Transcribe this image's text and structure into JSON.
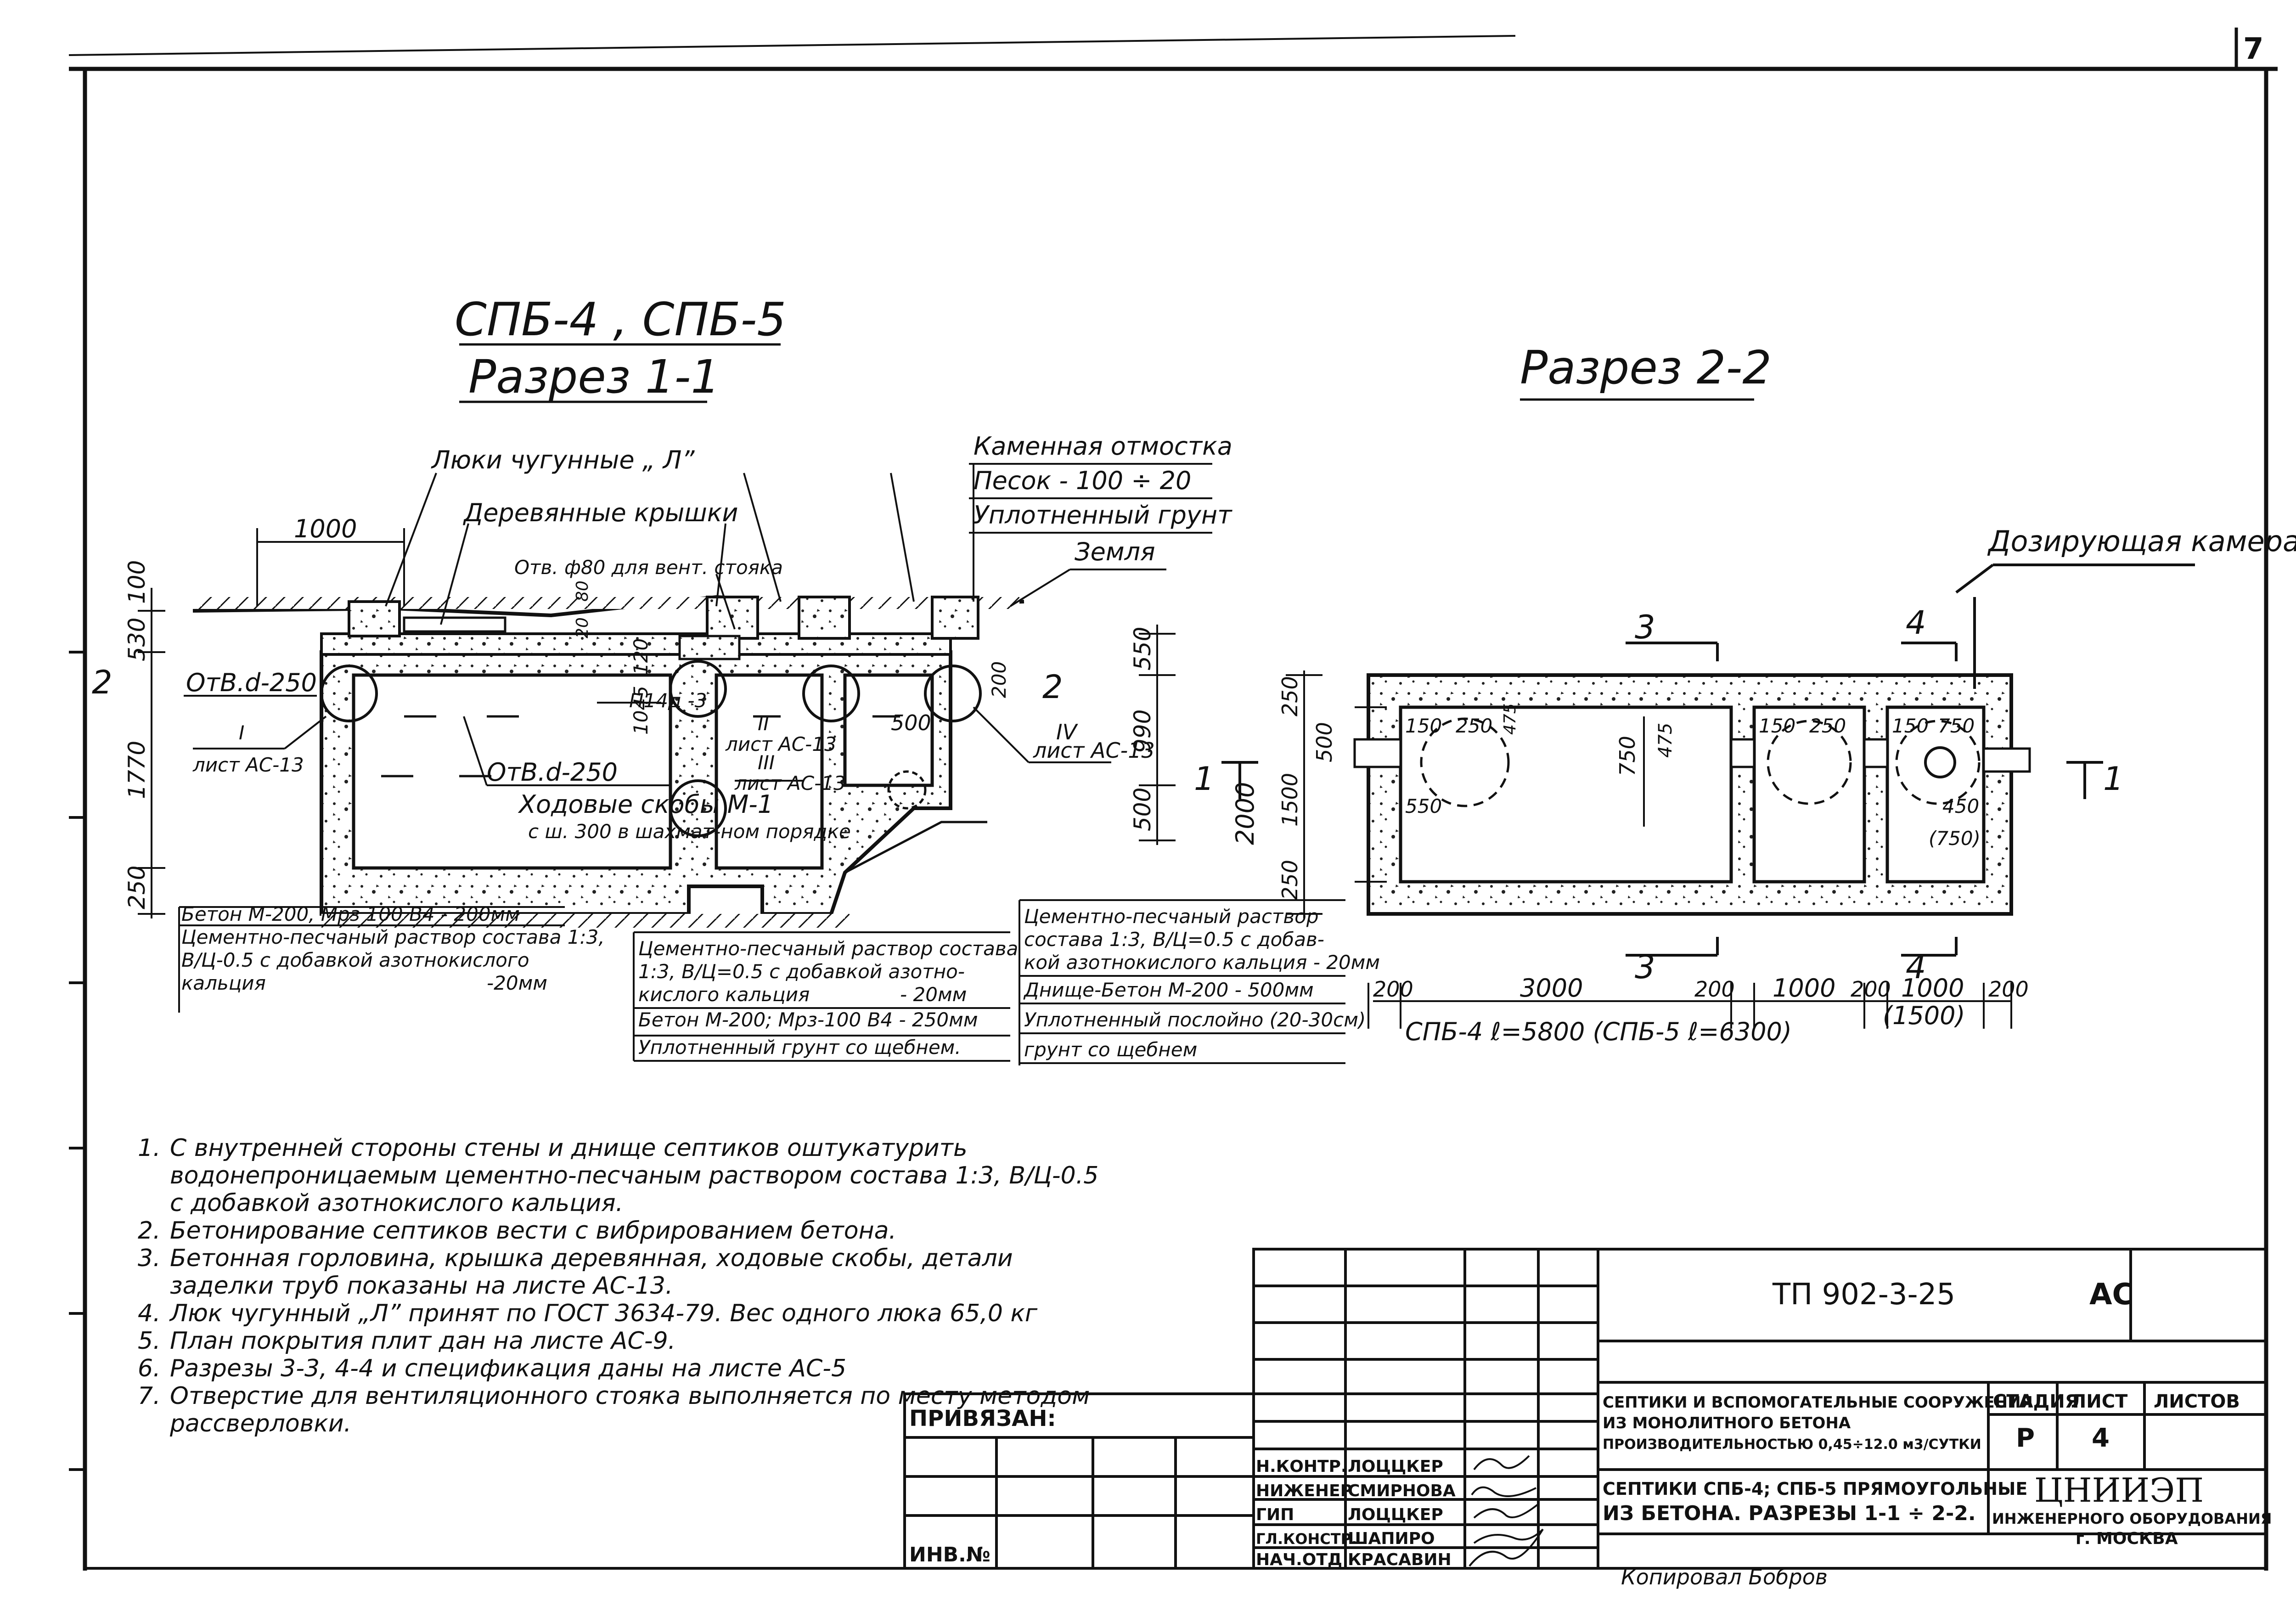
{
  "sheet": {
    "page_number": "7"
  },
  "section_1": {
    "title_line1": "СПБ-4 , СПБ-5",
    "title_line2": "Разрез 1-1",
    "labels": {
      "hatches": "Люки чугунные „ Л”",
      "wooden_covers": "Деревянные крышки",
      "vent_hole": "Отв. ф80 для вент. стояка",
      "stone_paving": "Каменная отмостка",
      "sand": "Песок - 100 ÷ 20",
      "compacted_soil": "Уплотненный грунт",
      "earth": "Земля",
      "dim_1000": "1000",
      "hole_250_a": "ОтВ.d-250",
      "hole_250_b": "ОтВ.d-250",
      "slab": "П14д -3",
      "node_I": "I",
      "node_I_ref": "лист АС-13",
      "node_II": "II",
      "node_II_ref": "лист АС-13",
      "node_III": "III",
      "node_III_ref": "лист АС-13",
      "node_IV": "IV",
      "node_IV_ref": "лист АС-13",
      "dim_500": "500",
      "steps": "Ходовые скобы М-1",
      "steps_pitch": "с ш. 300 в шахмат-ном порядке",
      "left_dims": [
        "100",
        "530",
        "1770",
        "250"
      ],
      "mid_dims": [
        "1045",
        "120",
        "200",
        "20",
        "80"
      ],
      "right_dims": [
        "550",
        "990",
        "500"
      ],
      "cut_mark_left": "2",
      "cut_mark_right": "2",
      "callout_a_line1": "Бетон М-200, Мрз 100 В4 - 200мм",
      "callout_a_line2": "Цементно-песчаный раствор состава 1:3,",
      "callout_a_line3": "В/Ц-0.5 с добавкой азотнокислого",
      "callout_a_line4": "кальция",
      "callout_a_line4_value": "-20мм",
      "callout_b_line1": "Цементно-песчаный раствор состава",
      "callout_b_line2": "1:3, В/Ц=0.5 с добавкой азотно-",
      "callout_b_line3": "кислого кальция",
      "callout_b_line3_value": "- 20мм",
      "callout_b_line4": "Бетон М-200; Мрз-100 В4 - 250мм",
      "callout_b_line5": "Уплотненный грунт со щебнем.",
      "callout_c_line1": "Цементно-песчаный раствор",
      "callout_c_line2": "состава 1:3, В/Ц=0.5 с добав-",
      "callout_c_line3": "кой азотнокислого кальция - 20мм",
      "callout_c_line4": "Днище-Бетон М-200 - 500мм",
      "callout_c_line5": "Уплотненный послойно (20-30см)",
      "callout_c_line6": "грунт со щебнем"
    }
  },
  "section_2": {
    "title": "Разрез 2-2",
    "labels": {
      "dosing_chamber": "Дозирующая камера",
      "cut_3": "3",
      "cut_4": "4",
      "cut_1": "1",
      "dims_left": [
        "250",
        "500",
        "1500",
        "250",
        "2000"
      ],
      "dim_150a": "150",
      "dim_250a": "250",
      "dim_475a": "475",
      "dim_750": "750",
      "dim_475b": "475",
      "dim_150b": "150",
      "dim_250b": "250",
      "dim_150c": "150",
      "dim_750b": "750",
      "dim_550": "550",
      "dim_450": "450",
      "dim_750c": "(750)",
      "bottom_dims": [
        "200",
        "3000",
        "200",
        "1000",
        "200",
        "1000",
        "200"
      ],
      "bottom_dim_alt": "(1500)",
      "length_note": "СПБ-4   ℓ=5800   (СПБ-5  ℓ=6300)"
    }
  },
  "notes": [
    {
      "num": "1.",
      "text": "С внутренней стороны стены и днище септиков оштукатурить водонепроницаемым цементно-песчаным раствором состава 1:3, В/Ц-0.5 с добавкой азотнокислого кальция."
    },
    {
      "num": "2.",
      "text": "Бетонирование септиков вести с вибрированием бетона."
    },
    {
      "num": "3.",
      "text": "Бетонная горловина, крышка деревянная, ходовые скобы, детали заделки труб показаны на листе АС-13."
    },
    {
      "num": "4.",
      "text": "Люк чугунный „Л” принят по ГОСТ 3634-79. Вес одного люка 65,0 кг"
    },
    {
      "num": "5.",
      "text": "План покрытия плит дан на листе АС-9."
    },
    {
      "num": "6.",
      "text": "Разрезы 3-3, 4-4 и спецификация даны на листе АС-5"
    },
    {
      "num": "7.",
      "text": "Отверстие для вентиляционного стояка выполняется по месту методом рассверловки."
    }
  ],
  "title_block": {
    "code": "ТП 902-3-25",
    "mark": "АС",
    "privyazan": "ПРИВЯЗАН:",
    "inv_no": "ИНВ.№",
    "roles": [
      {
        "role": "Н.КОНТР.",
        "name": "ЛОЦЦКЕР"
      },
      {
        "role": "НИЖЕНЕР",
        "name": "СМИРНОВА"
      },
      {
        "role": "ГИП",
        "name": "ЛОЦЦКЕР"
      },
      {
        "role": "ГЛ.КОНСТР.",
        "name": "ШАПИРО"
      },
      {
        "role": "НАЧ.ОТД",
        "name": "КРАСАВИН"
      }
    ],
    "desc_line1": "СЕПТИКИ И ВСПОМОГАТЕЛЬНЫЕ СООРУЖЕНИЯ",
    "desc_line2": "ИЗ МОНОЛИТНОГО БЕТОНА",
    "desc_line3": "ПРОИЗВОДИТЕЛЬНОСТЬЮ 0,45÷12.0 м3/СУТКИ",
    "sheet_title_line1": "СЕПТИКИ СПБ-4; СПБ-5 ПРЯМОУГОЛЬНЫЕ",
    "sheet_title_line2": "ИЗ БЕТОНА. РАЗРЕЗЫ 1-1 ÷ 2-2.",
    "stage_header": "СТАДИЯ",
    "sheet_header": "ЛИСТ",
    "sheets_header": "ЛИСТОВ",
    "stage": "Р",
    "sheet": "4",
    "org_line1": "ЦНИИЭП",
    "org_line2": "ИНЖЕНЕРНОГО ОБОРУДОВАНИЯ",
    "org_line3": "г. МОСКВА",
    "footer": "Копировал Бобров"
  }
}
